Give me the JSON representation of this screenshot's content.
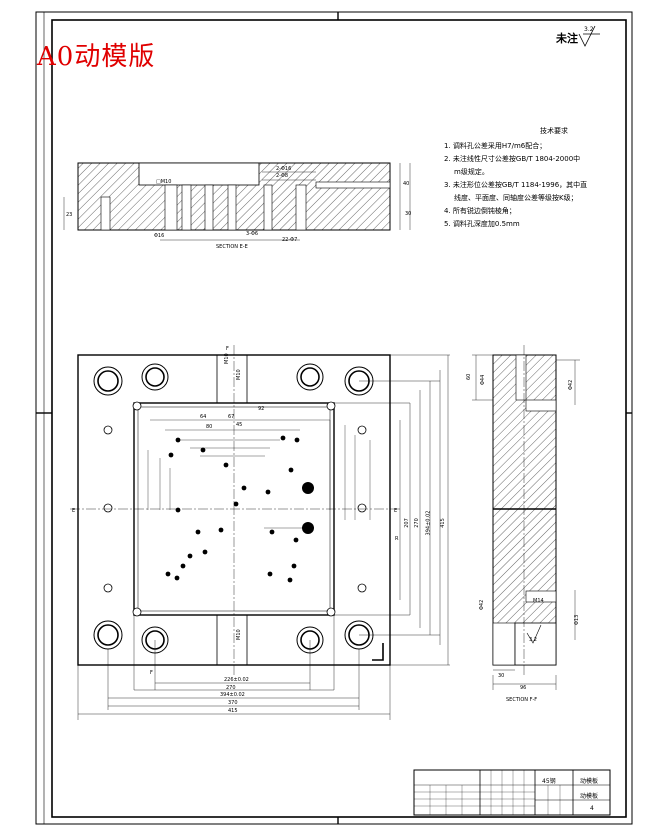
{
  "drawing": {
    "title": "A0动模版",
    "roughness_label": "未注",
    "roughness_value": "3.2",
    "tech_title": "技术要求",
    "requirements": [
      {
        "line": "1. 调料孔公差采用H7/m6配合；"
      },
      {
        "line": "2. 未注线性尺寸公差按GB/T 1804-2000中",
        "cont": "m级规定。"
      },
      {
        "line": "3. 未注形位公差按GB/T 1184-1996，其中直",
        "cont": "线度、平面度、同轴度公差等级按K级；"
      },
      {
        "line": "4. 所有锐边倒钝棱角；"
      },
      {
        "line": "5. 调料孔深度加0.5mm"
      }
    ],
    "section_ee_label": "SECTION E-E",
    "section_ff_label": "SECTION F-F",
    "dims_bottom": [
      "226±0.02",
      "270",
      "394±0.02",
      "370",
      "415"
    ],
    "dims_right": [
      "207",
      "270",
      "394±0.02",
      "415"
    ],
    "dims_top": [
      "92",
      "67",
      "45",
      "64",
      "80"
    ],
    "dims_section_ff": [
      "30",
      "96"
    ],
    "section_marks": [
      "E",
      "F"
    ],
    "title_block": {
      "material": "45钢",
      "part_name": "动模板",
      "sheet": "4"
    }
  }
}
